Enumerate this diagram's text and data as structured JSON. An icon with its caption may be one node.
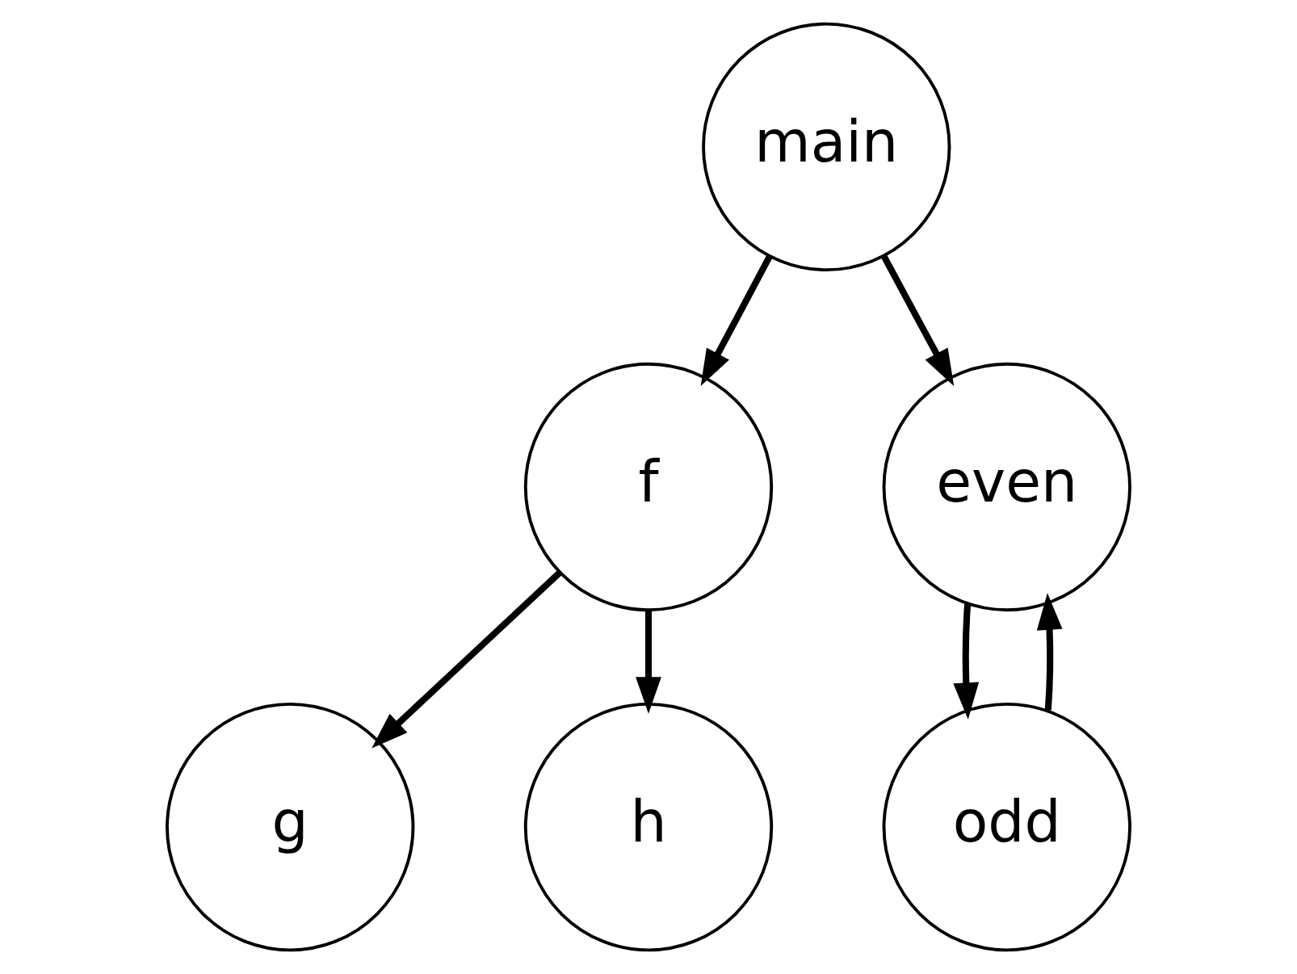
{
  "diagram": {
    "nodes": [
      {
        "text": [
          "main"
        ]
      },
      {
        "text": [
          "f"
        ]
      },
      {
        "text": [
          "even"
        ]
      },
      {
        "text": [
          "g"
        ]
      },
      {
        "text": [
          "h"
        ]
      },
      {
        "text": [
          "odd"
        ]
      }
    ],
    "edges": [
      {
        "from": 0,
        "to": 1,
        "arrow": "to"
      },
      {
        "from": 0,
        "to": 2,
        "arrow": "to"
      },
      {
        "from": 1,
        "to": 3,
        "arrow": "to"
      },
      {
        "from": 1,
        "to": 4,
        "arrow": "to"
      },
      {
        "from": 2,
        "to": 5,
        "arrow": "to"
      },
      {
        "from": 5,
        "to": 2,
        "arrow": "to"
      }
    ]
  }
}
